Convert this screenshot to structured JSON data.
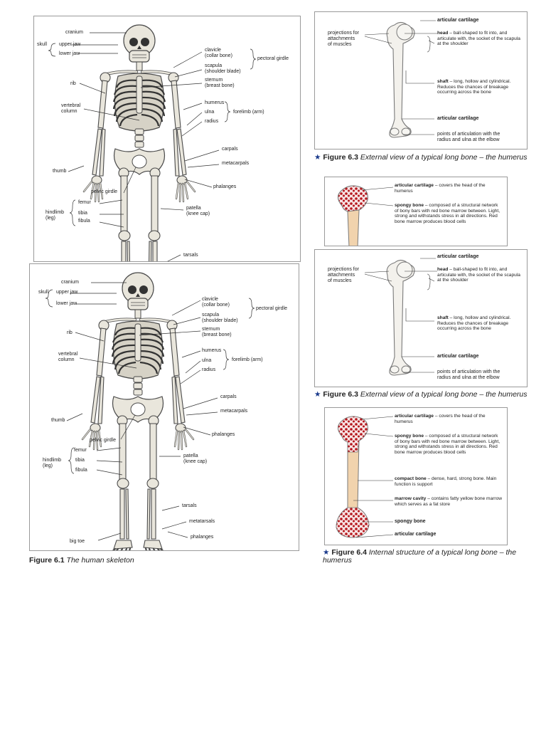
{
  "skeleton_labels": {
    "cranium": "cranium",
    "skull": "skull",
    "upper_jaw": "upper jaw",
    "lower_jaw": "lower jaw",
    "clavicle": "clavicle\n(collar bone)",
    "scapula": "scapula\n(shoulder blade)",
    "pectoral_girdle": "pectoral girdle",
    "sternum": "sternum\n(breast bone)",
    "rib": "rib",
    "vertebral_column": "vertebral\ncolumn",
    "humerus": "humerus",
    "ulna": "ulna",
    "radius": "radius",
    "forelimb": "forelimb (arm)",
    "carpals": "carpals",
    "metacarpals": "metacarpals",
    "thumb": "thumb",
    "phalanges": "phalanges",
    "pelvic_girdle": "pelvic girdle",
    "femur": "femur",
    "hindlimb": "hindlimb\n(leg)",
    "tibia": "tibia",
    "fibula": "fibula",
    "patella": "patella\n(knee cap)",
    "tarsals": "tarsals",
    "metatarsals": "metatarsals",
    "phalanges_foot": "phalanges",
    "big_toe": "big toe"
  },
  "figure_6_1": {
    "num": "Figure 6.1",
    "title": "The human skeleton"
  },
  "external_view": {
    "projections": "projections for\nattachments\nof muscles",
    "articular_top": "articular cartilage",
    "head_term": "head",
    "head_desc": " – ball-shaped to fit into, and articulate with, the socket of the scapula at the shoulder",
    "shaft_term": "shaft",
    "shaft_desc": " – long, hollow and cylindrical. Reduces the chances of breakage occurring across the bone",
    "articular_bottom": "articular cartilage",
    "points": "points of articulation with the\nradius and ulna at the elbow"
  },
  "figure_6_3": {
    "star": "★",
    "num": "Figure 6.3",
    "title": "External view of a typical long bone – the humerus"
  },
  "internal_view": {
    "ac_top_term": "articular cartilage",
    "ac_top_desc": " – covers the head of the humerus",
    "spongy_term": "spongy bone",
    "spongy_desc": " – composed of a structural network of bony bars with red bone marrow between. Light, strong and withstands stress in all directions. Red bone marrow produces blood cells",
    "compact_term": "compact bone",
    "compact_desc": " – dense, hard, strong bone. Main function is support",
    "marrow_term": "marrow cavity",
    "marrow_desc": " – contains fatty yellow bone marrow which serves as a fat store",
    "spongy_bottom": "spongy bone",
    "ac_bottom": "articular cartilage"
  },
  "figure_6_4": {
    "star": "★",
    "num": "Figure 6.4",
    "title": "Internal structure of a typical long bone – the humerus"
  },
  "colors": {
    "bone": "#e9e6dc",
    "outline": "#4a4a4a",
    "marrow_red": "#b5161c",
    "shaft_tan": "#f1d3ad",
    "caption_star": "#1a3a8c"
  }
}
